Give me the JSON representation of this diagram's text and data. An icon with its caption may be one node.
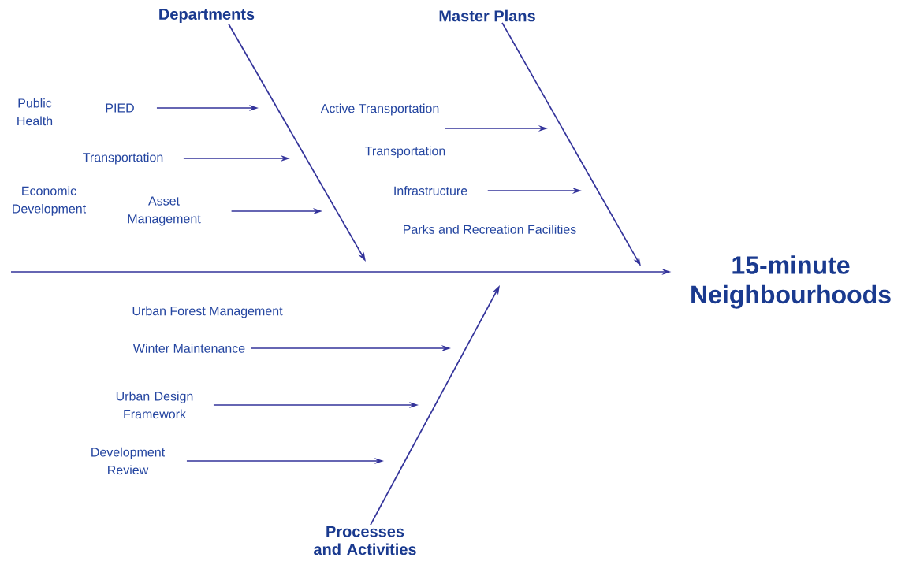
{
  "diagram": {
    "nodes": [
      {
        "text": [
          "Departments"
        ]
      },
      {
        "text": [
          "Master Plans"
        ]
      },
      {
        "text": [
          "Processes and Activities"
        ]
      },
      {
        "text": [
          "15-minute Neighbourhoods"
        ]
      },
      {
        "text": [
          "PIED"
        ]
      },
      {
        "text": [
          "Transportation"
        ]
      },
      {
        "text": [
          "Asset Management"
        ]
      },
      {
        "text": [
          "Active Transportation"
        ]
      },
      {
        "text": [
          "Infrastructure"
        ]
      },
      {
        "text": [
          "Winter Maintenance"
        ]
      },
      {
        "text": [
          "Urban Design Framework"
        ]
      },
      {
        "text": [
          "Development Review"
        ]
      }
    ],
    "edges": [
      {
        "from": null,
        "to": 3,
        "arrow": "to"
      },
      {
        "from": 0,
        "to": null,
        "arrow": "to"
      },
      {
        "from": 1,
        "to": null,
        "arrow": "to"
      },
      {
        "from": 2,
        "to": null,
        "arrow": "to"
      },
      {
        "from": 4,
        "to": null,
        "arrow": "to"
      },
      {
        "from": 5,
        "to": null,
        "arrow": "to"
      },
      {
        "from": 6,
        "to": null,
        "arrow": "to"
      },
      {
        "from": 7,
        "to": null,
        "arrow": "to"
      },
      {
        "from": 8,
        "to": null,
        "arrow": "to"
      },
      {
        "from": 9,
        "to": null,
        "arrow": "to"
      },
      {
        "from": 10,
        "to": null,
        "arrow": "to"
      },
      {
        "from": 11,
        "to": null,
        "arrow": "to"
      }
    ],
    "labels": [
      "Public Health",
      "Economic Development",
      "Transportation",
      "Parks and Recreation Facilities",
      "Urban Forest Management"
    ]
  }
}
